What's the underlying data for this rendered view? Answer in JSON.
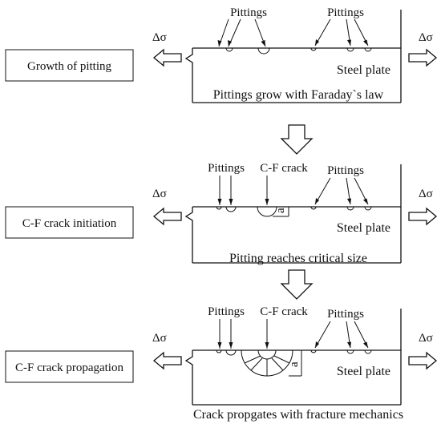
{
  "stages": [
    {
      "stage_label": "Growth of pitting",
      "plate_label": "Steel plate",
      "caption": "Pittings grow with Faraday`s law",
      "pittings_left": "Pittings",
      "pittings_right": "Pittings",
      "crack_label": "",
      "stress_left": "Δσ",
      "stress_right": "Δσ"
    },
    {
      "stage_label": "C-F crack initiation",
      "plate_label": "Steel plate",
      "caption": "Pitting reaches critical size",
      "pittings_left": "Pittings",
      "pittings_right": "Pittings",
      "crack_label": "C-F crack",
      "stress_left": "Δσ",
      "stress_right": "Δσ",
      "dim_label": "a"
    },
    {
      "stage_label": "C-F crack propagation",
      "plate_label": "Steel plate",
      "caption": "Crack propgates with fracture mechanics",
      "pittings_left": "Pittings",
      "pittings_right": "Pittings",
      "crack_label": "C-F crack",
      "stress_left": "Δσ",
      "stress_right": "Δσ",
      "dim_label": "a"
    }
  ]
}
